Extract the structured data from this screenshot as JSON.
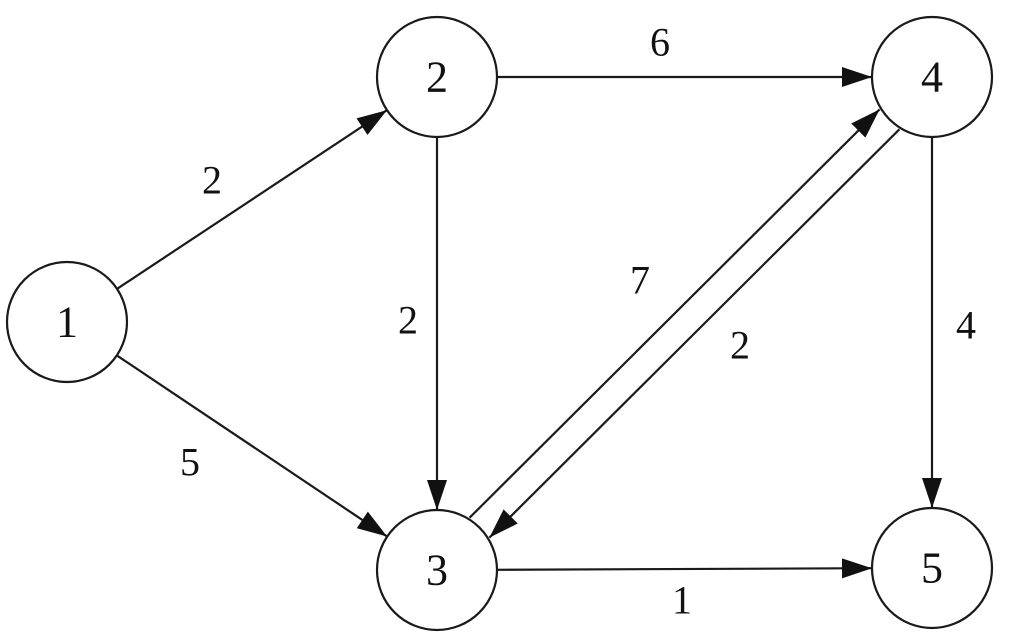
{
  "graph": {
    "nodes": [
      {
        "id": "1",
        "label": "1"
      },
      {
        "id": "2",
        "label": "2"
      },
      {
        "id": "3",
        "label": "3"
      },
      {
        "id": "4",
        "label": "4"
      },
      {
        "id": "5",
        "label": "5"
      }
    ],
    "edges": [
      {
        "from": "1",
        "to": "2",
        "weight": "2"
      },
      {
        "from": "1",
        "to": "3",
        "weight": "5"
      },
      {
        "from": "2",
        "to": "4",
        "weight": "6"
      },
      {
        "from": "2",
        "to": "3",
        "weight": "2"
      },
      {
        "from": "3",
        "to": "4",
        "weight": "7"
      },
      {
        "from": "4",
        "to": "3",
        "weight": "2"
      },
      {
        "from": "4",
        "to": "5",
        "weight": "4"
      },
      {
        "from": "3",
        "to": "5",
        "weight": "1"
      }
    ]
  },
  "colors": {
    "stroke": "#1a1a1a",
    "background": "#ffffff"
  }
}
